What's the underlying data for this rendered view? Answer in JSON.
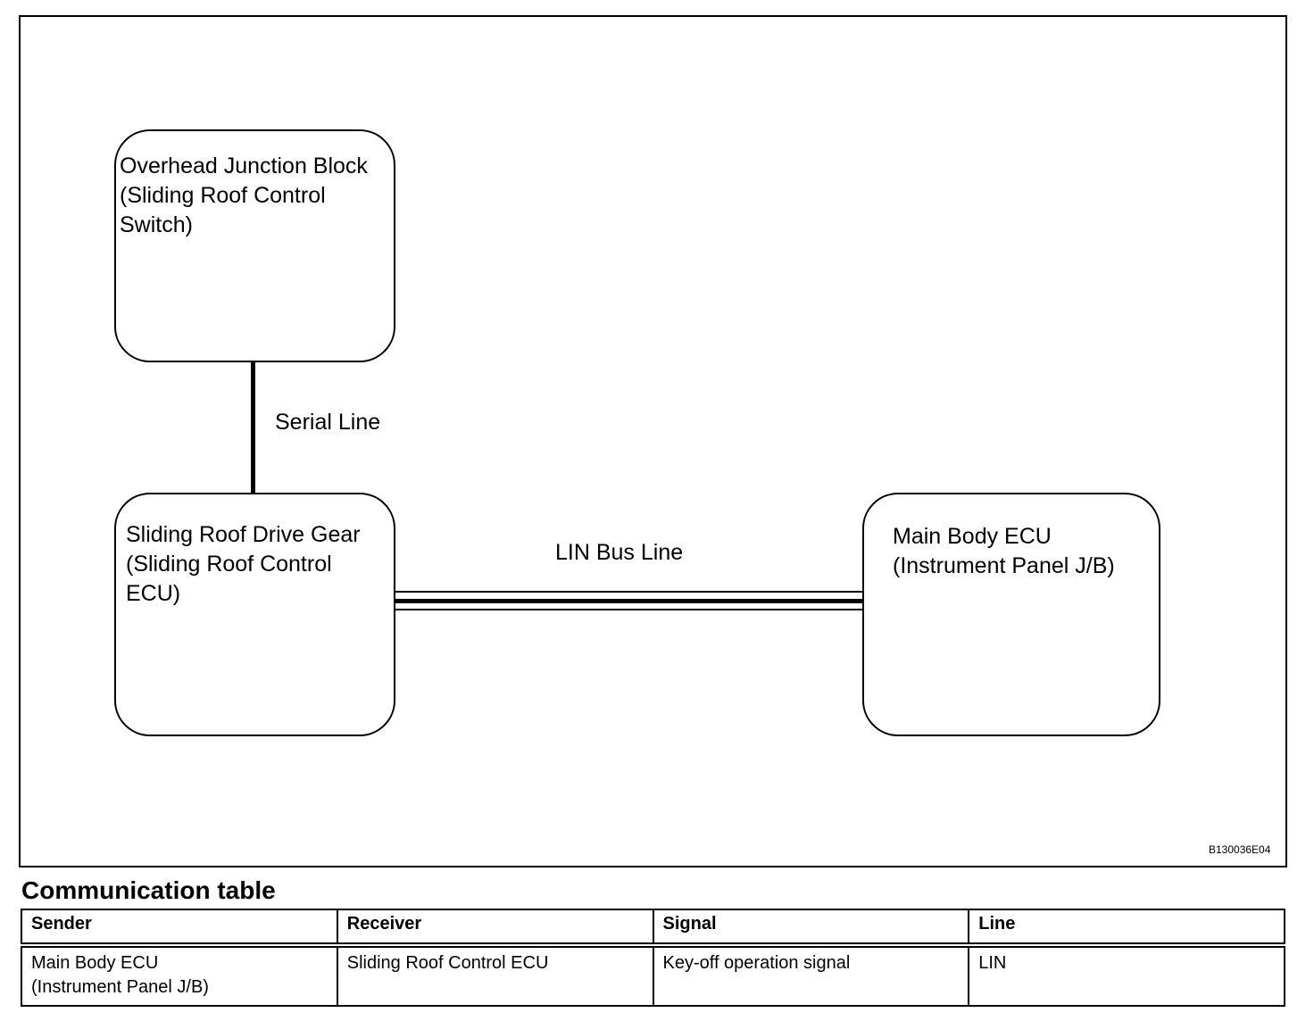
{
  "diagram": {
    "nodes": {
      "overhead": {
        "lines": [
          "Overhead Junction Block",
          "(Sliding Roof Control",
          "Switch)"
        ]
      },
      "drive_gear": {
        "lines": [
          "Sliding Roof Drive Gear",
          "(Sliding Roof Control",
          "ECU)"
        ]
      },
      "main_body": {
        "lines": [
          "Main Body ECU",
          "(Instrument Panel J/B)"
        ]
      }
    },
    "connections": {
      "serial": "Serial Line",
      "lin": "LIN Bus Line"
    },
    "figure_id": "B130036E04"
  },
  "table": {
    "title": "Communication table",
    "headers": [
      "Sender",
      "Receiver",
      "Signal",
      "Line"
    ],
    "rows": [
      {
        "sender": [
          "Main Body ECU",
          "(Instrument Panel J/B)"
        ],
        "receiver": "Sliding Roof Control ECU",
        "signal": "Key-off operation signal",
        "line": "LIN"
      }
    ]
  }
}
